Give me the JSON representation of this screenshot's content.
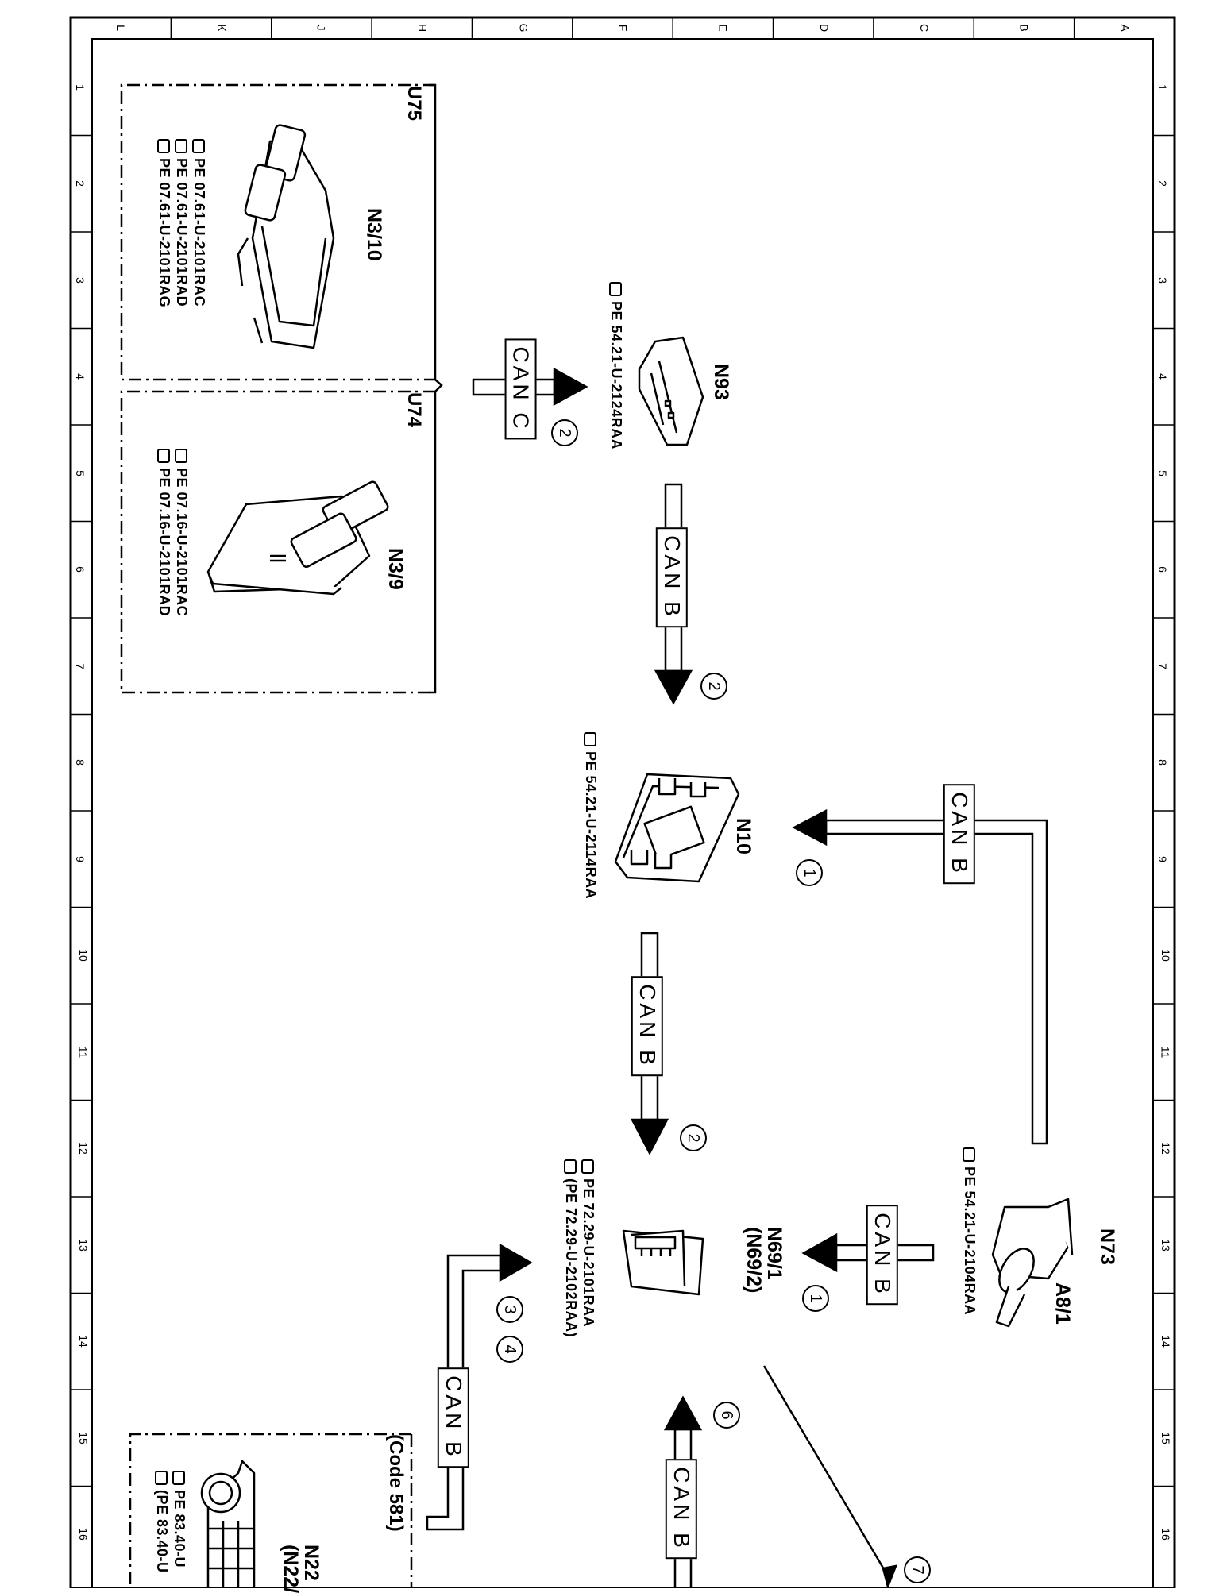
{
  "grid": {
    "columns": [
      "L",
      "K",
      "J",
      "H",
      "G",
      "F",
      "E",
      "D",
      "C",
      "B",
      "A"
    ],
    "rows": [
      "1",
      "2",
      "3",
      "4",
      "5",
      "6",
      "7",
      "8",
      "9",
      "10",
      "11",
      "12",
      "13",
      "14",
      "15",
      "16"
    ]
  },
  "groups": {
    "u75": "U75",
    "u74": "U74",
    "code581": "(Code 581)"
  },
  "components": {
    "n3_10": {
      "label": "N3/10",
      "refs": [
        "PE 07.61-U-2101RAC",
        "PE 07.61-U-2101RAD",
        "PE 07.61-U-2101RAG"
      ]
    },
    "n3_9": {
      "label": "N3/9",
      "refs": [
        "PE 07.16-U-2101RAC",
        "PE 07.16-U-2101RAD"
      ]
    },
    "n93": {
      "label": "N93",
      "refs": [
        "PE 54.21-U-2124RAA"
      ]
    },
    "n10": {
      "label": "N10",
      "refs": [
        "PE 54.21-U-2114RAA"
      ]
    },
    "n73": {
      "label": "N73",
      "sub": "A8/1",
      "refs": [
        "PE 54.21-U-2104RAA"
      ]
    },
    "n69": {
      "label": "N69/1",
      "label2": "(N69/2)",
      "refs": [
        "PE 72.29-U-2101RAA",
        "(PE 72.29-U-2102RAA)"
      ]
    },
    "n22": {
      "label": "N22",
      "label2": "(N22/",
      "refs": [
        "PE 83.40-U",
        "(PE 83.40-U"
      ]
    }
  },
  "buses": {
    "can_c": "CAN C",
    "can_b_n93_n10": "CAN B",
    "can_b_n73_n10": "CAN B",
    "can_b_n10_n69": "CAN B",
    "can_b_n73_n69": "CAN B",
    "can_b_n22_n69": "CAN B",
    "can_b_bottom": "CAN B"
  },
  "markers": {
    "m_can_c": "2",
    "m_n93_n10": "2",
    "m_n73_n10": "1",
    "m_n10_n69": "2",
    "m_n73_n69": "1",
    "m_n22_a": "3",
    "m_n22_b": "4",
    "m_bottom": "6",
    "m_diag": "7"
  }
}
